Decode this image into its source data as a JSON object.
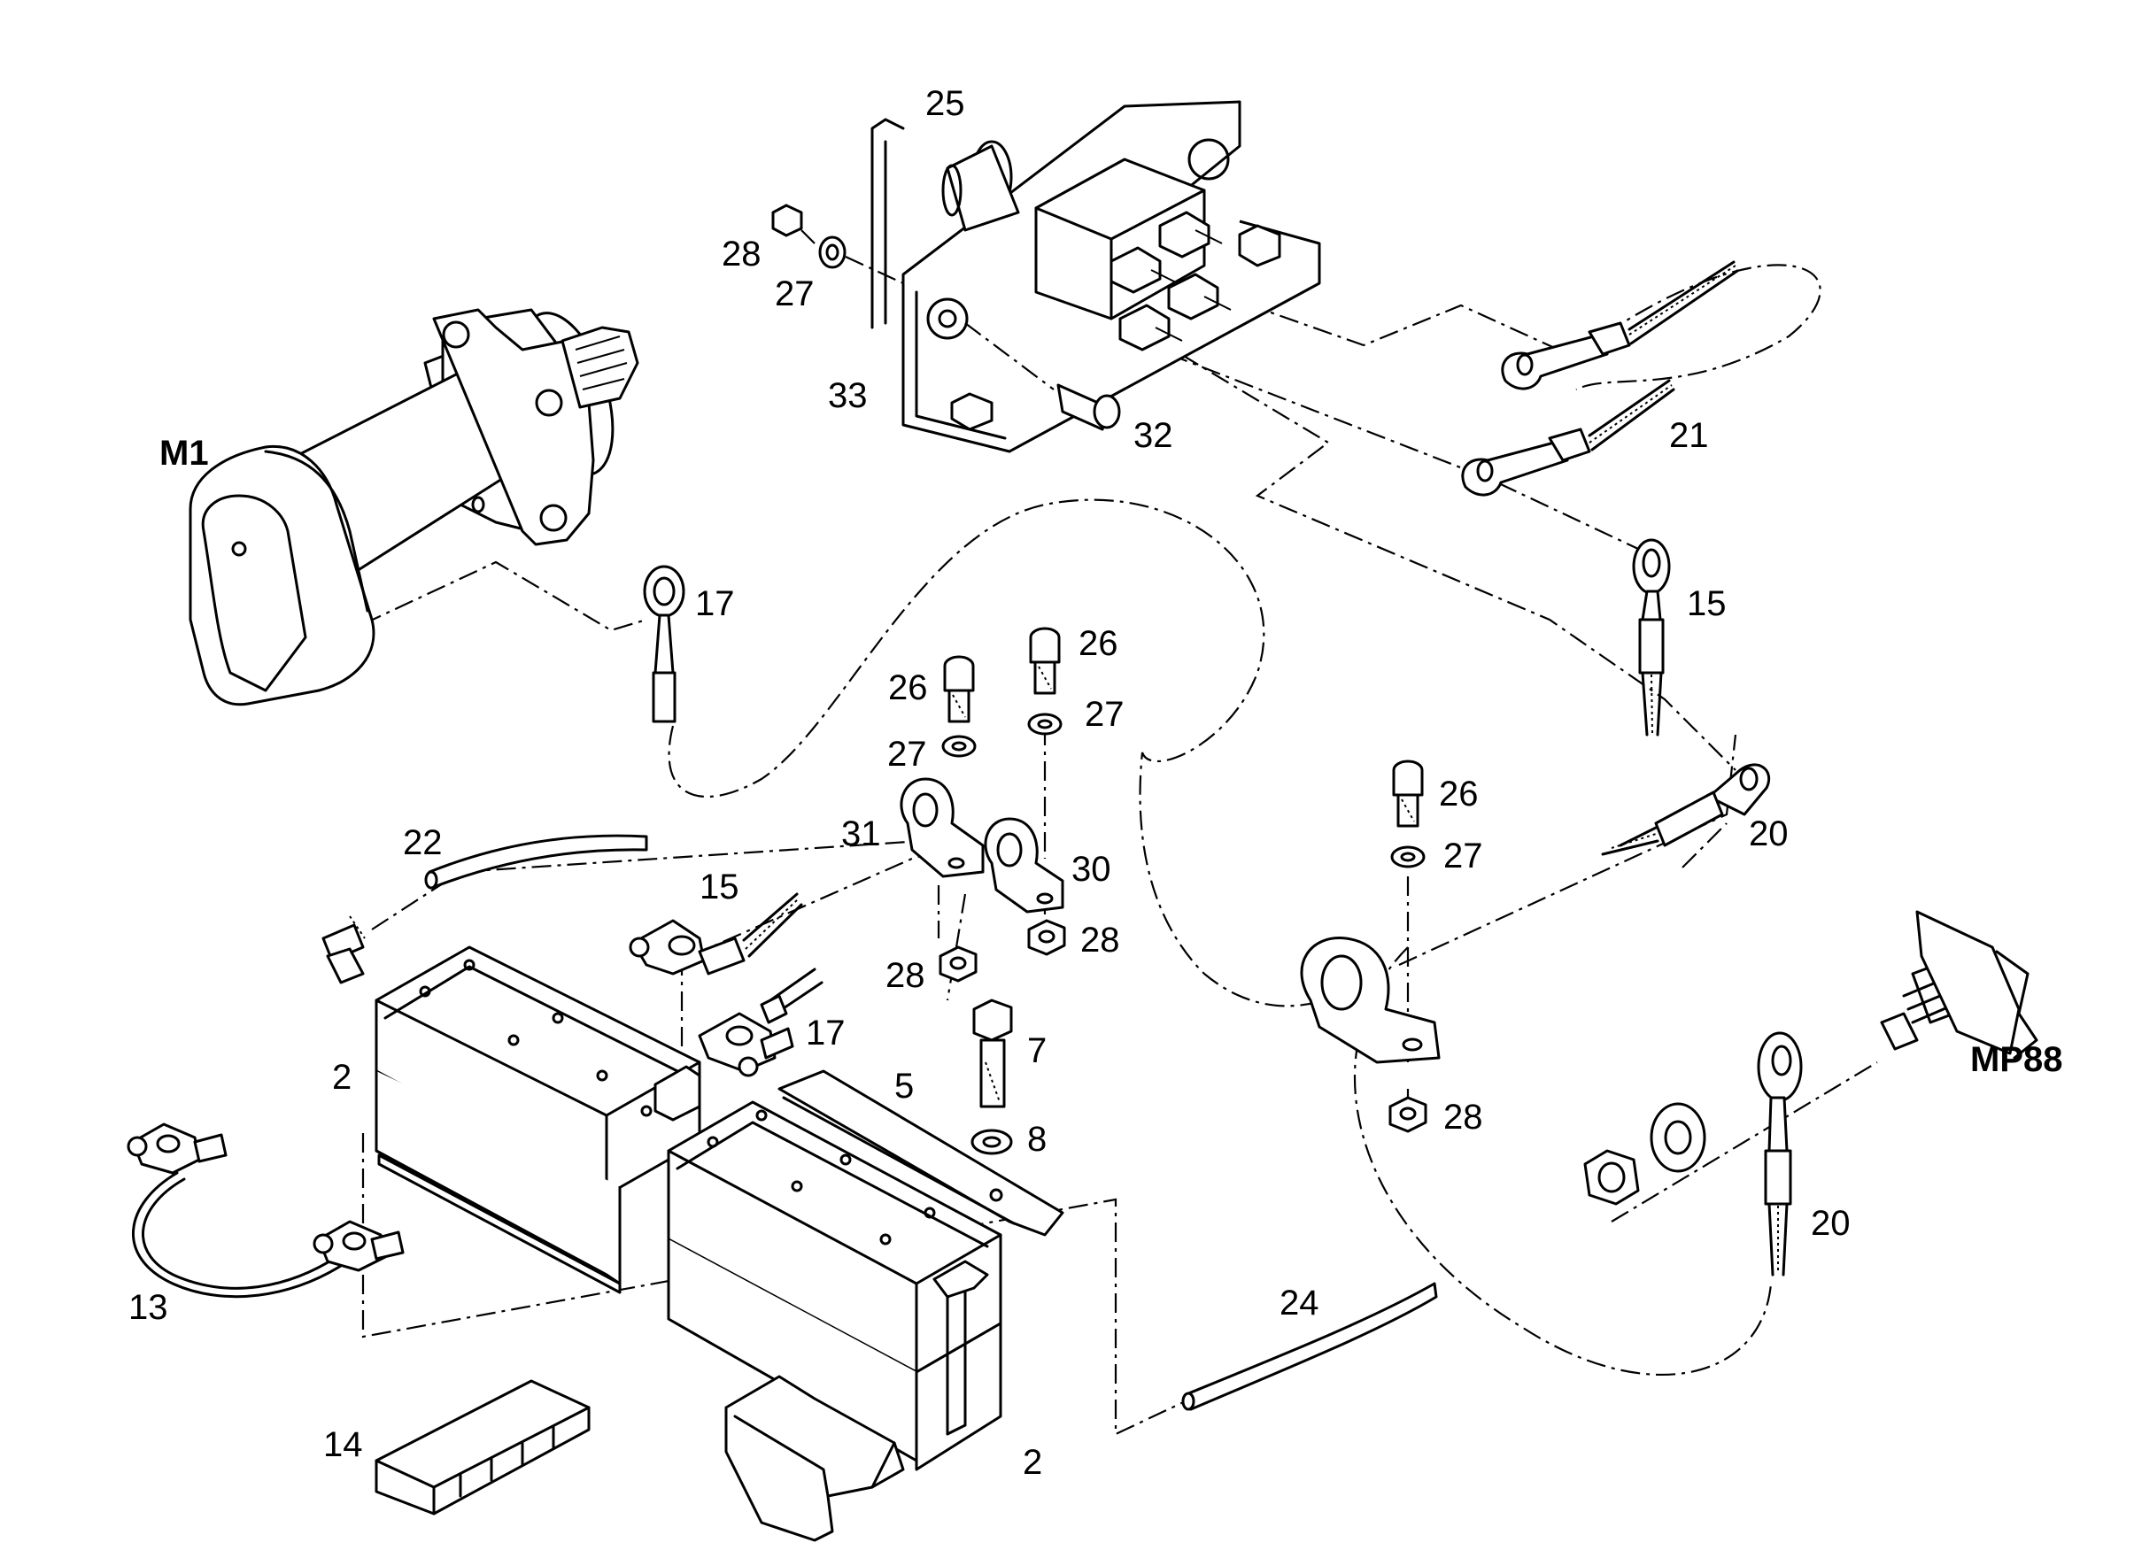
{
  "labels": {
    "m1": "M1",
    "mp88": "MP88",
    "p25": "25",
    "p28_top": "28",
    "p27_top": "27",
    "p33": "33",
    "p32": "32",
    "p21": "21",
    "p17_upper": "17",
    "p15_right": "15",
    "p26_a": "26",
    "p26_b": "26",
    "p27_a": "27",
    "p27_b": "27",
    "p31": "31",
    "p30": "30",
    "p22": "22",
    "p15_left": "15",
    "p28_a": "28",
    "p28_b": "28",
    "p17_lower": "17",
    "p7": "7",
    "p8": "8",
    "p5": "5",
    "p2_left": "2",
    "p2_right": "2",
    "p13": "13",
    "p14": "14",
    "p24": "24",
    "p26_c": "26",
    "p27_c": "27",
    "p28_c": "28",
    "p20_upper": "20",
    "p20_lower": "20"
  }
}
